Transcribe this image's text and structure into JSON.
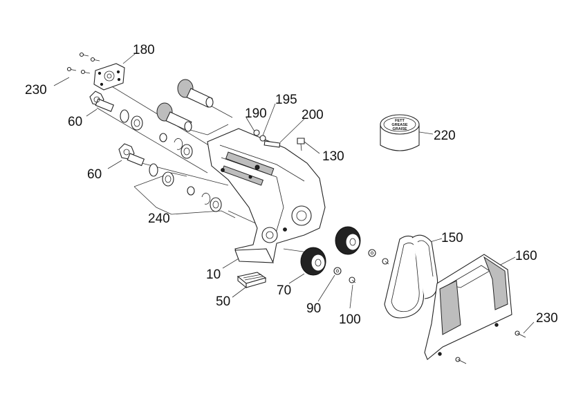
{
  "diagram": {
    "labels": {
      "p10": "10",
      "p50": "50",
      "p60a": "60",
      "p60b": "60",
      "p70": "70",
      "p90": "90",
      "p100": "100",
      "p130": "130",
      "p150": "150",
      "p160": "160",
      "p180": "180",
      "p190": "190",
      "p195": "195",
      "p200": "200",
      "p220": "220",
      "p230a": "230",
      "p230b": "230",
      "p240": "240"
    },
    "grease_can_text": [
      "FETT",
      "GREASE",
      "GRAISE"
    ]
  }
}
